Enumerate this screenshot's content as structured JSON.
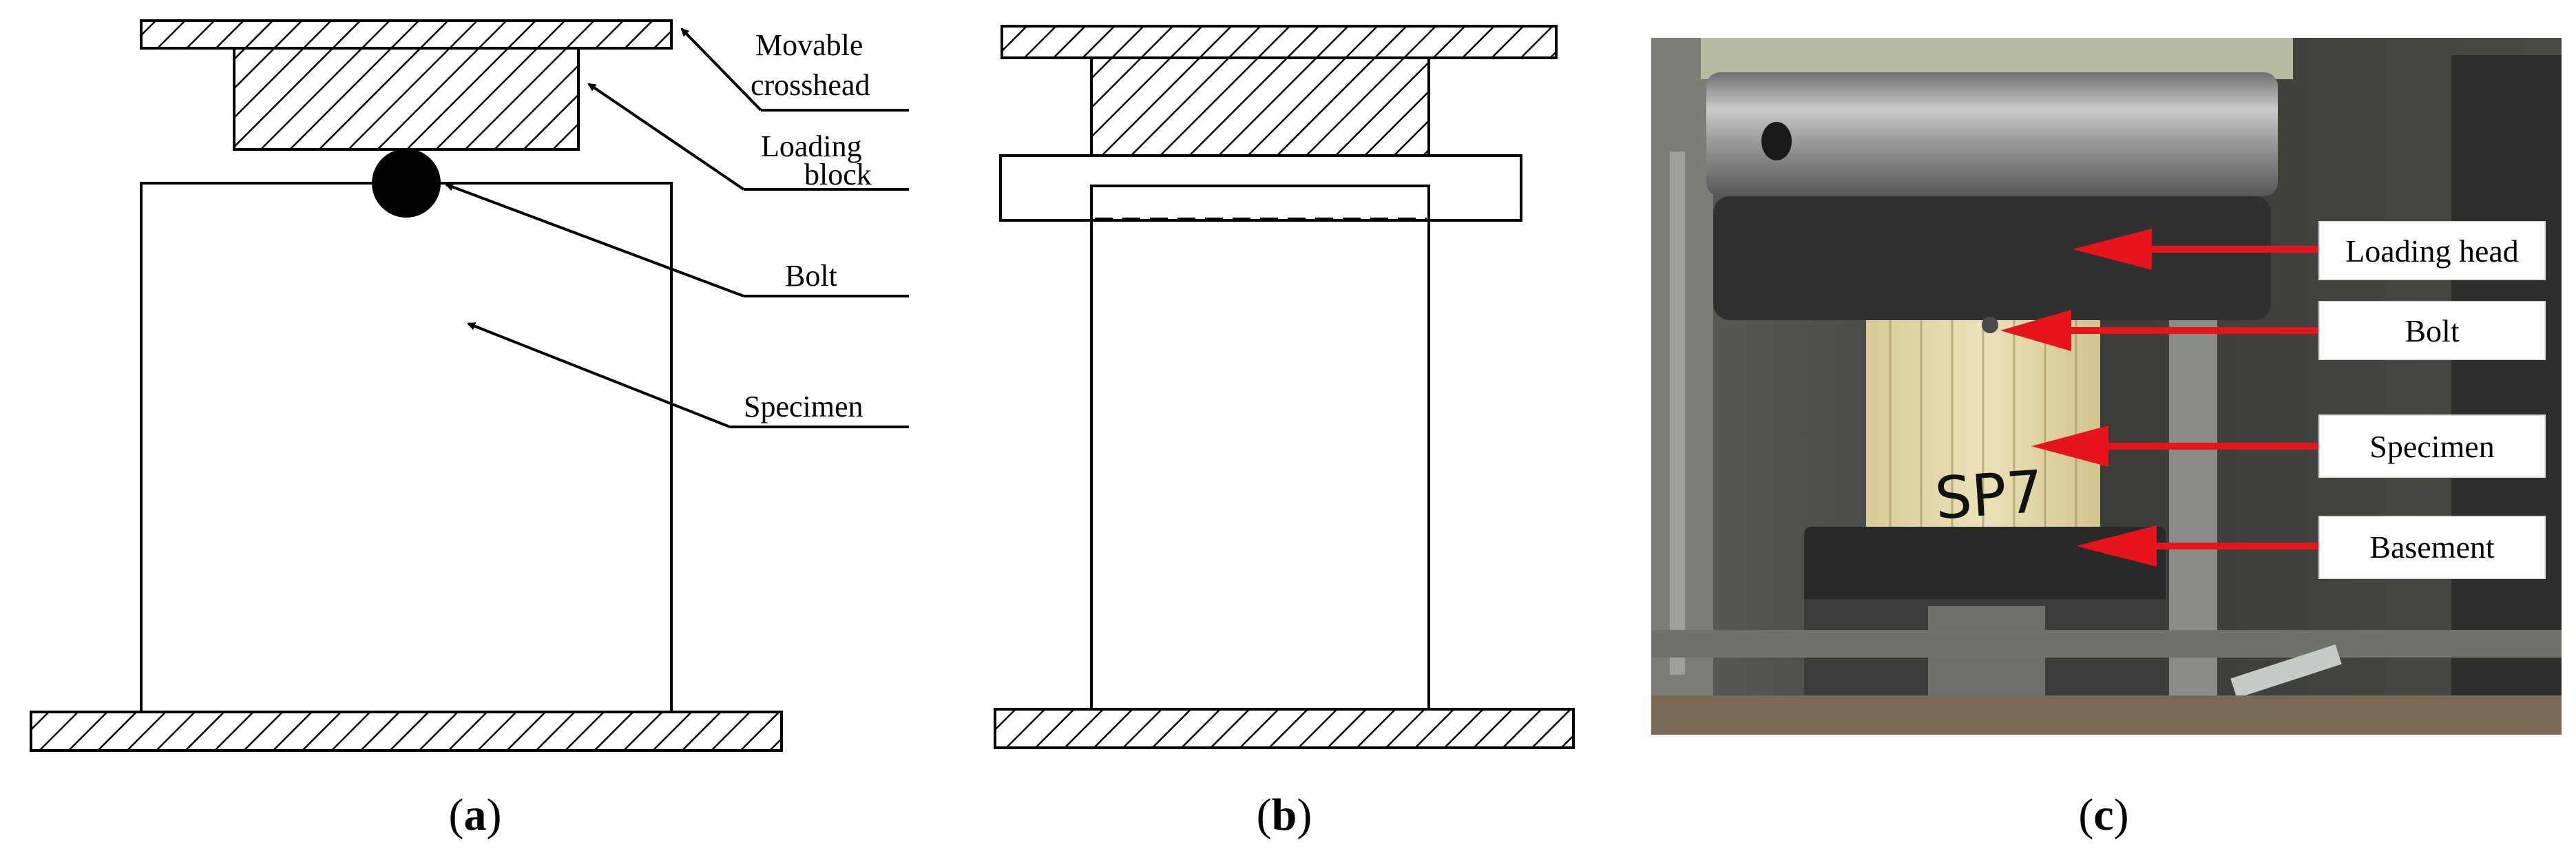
{
  "panel_a": {
    "labels": {
      "crosshead_line1": "Movable",
      "crosshead_line2": "crosshead",
      "loading_line1": "Loading",
      "loading_line2": "block",
      "bolt": "Bolt",
      "specimen": "Specimen"
    },
    "caption": {
      "open": "(",
      "letter": "a",
      "close": ")"
    }
  },
  "panel_b": {
    "caption": {
      "open": "(",
      "letter": "b",
      "close": ")"
    }
  },
  "panel_c": {
    "labels": {
      "loading_head": "Loading head",
      "bolt": "Bolt",
      "specimen": "Specimen",
      "basement": "Basement"
    },
    "specimen_marking": "SP7",
    "caption": {
      "open": "(",
      "letter": "c",
      "close": ")"
    }
  },
  "colors": {
    "line": "#000000",
    "arrow_red": "#e8141c",
    "photo_bg": "#3a3b38",
    "loading_head_steel": "#8e9092",
    "loading_head_dark": "#2b2d2c",
    "specimen_wood": "#e2d6a8",
    "basement_dark": "#2a2b2a"
  }
}
